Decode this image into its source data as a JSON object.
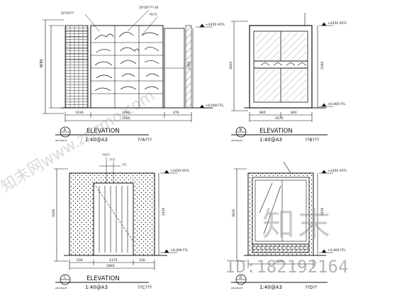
{
  "panels": {
    "a": {
      "bubble_letter": "A",
      "bubble_ref": "ZQLSEJJ-03",
      "title": "ELEVATION",
      "scale": "1:40@A3",
      "subtitle": "??A???",
      "level_top": "+2450 AFFL",
      "level_bottom": "+0.000 FFL",
      "dims_bottom": [
        "1030",
        "2090",
        "470"
      ],
      "dim_total": "3560",
      "dim_left": "3690",
      "dim_right": "2390",
      "callouts": [
        "20*20???",
        "20*20????-20",
        "??(??)"
      ]
    },
    "b": {
      "bubble_letter": "B",
      "bubble_ref": "ZQLSEJJ-03",
      "title": "ELEVATION",
      "scale": "1:40@A3",
      "subtitle": "??B???",
      "level_top": "+2450 AFFL",
      "level_bottom": "+0.000 FFL",
      "dims_bottom": [
        "840",
        "840"
      ],
      "dim_total": "1670",
      "dim_left": "3400",
      "dim_right": "2390"
    },
    "c": {
      "bubble_letter": "C",
      "bubble_ref": "ZQLSEJJ-03",
      "title": "ELEVATION",
      "scale": "1:40@A3",
      "subtitle": "??C???",
      "level_top": "+2450 AFFL",
      "level_bottom": "+0.000 FFL",
      "dims_bottom": [
        "530",
        "1170",
        "530"
      ],
      "dim_total": "2860",
      "dim_left": "3200",
      "dim_right": "2450",
      "callouts": [
        "??1??",
        "????",
        "???"
      ]
    },
    "d": {
      "bubble_letter": "D",
      "bubble_ref": "ZQLSEJJ-03",
      "scale": "1:40@A3",
      "subtitle": "??D??",
      "level_top": "+2450 AFFL",
      "level_bottom": "+0.000 FFL",
      "dim_bottom": "1670",
      "dim_left": "3830",
      "dim_right": "2450"
    }
  },
  "watermark": {
    "logo_text": "知末",
    "id_text": "ID:182192164",
    "diag_text": "知末网www.znzmo.com"
  }
}
